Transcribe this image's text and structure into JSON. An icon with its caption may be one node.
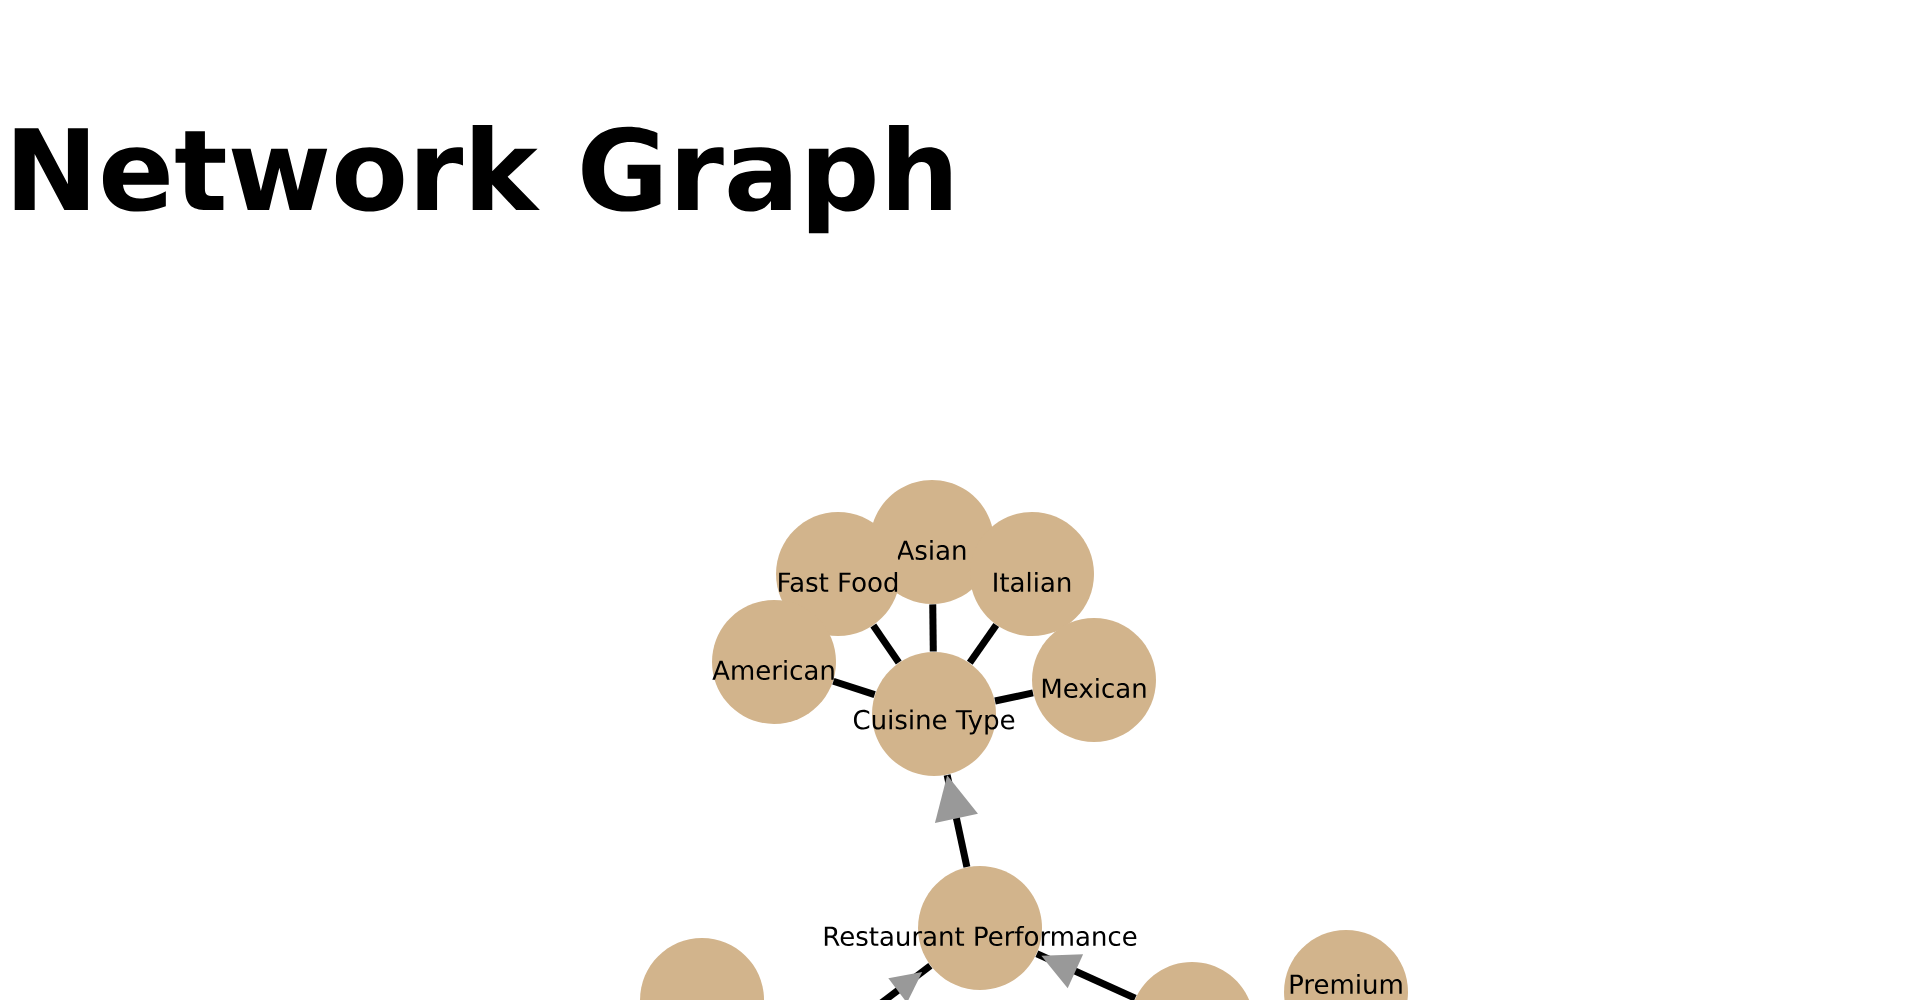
{
  "diagram": {
    "title": "Network Graph",
    "nodes": [
      {
        "text": [
          "Asian"
        ]
      },
      {
        "text": [
          "Fast Food"
        ]
      },
      {
        "text": [
          "Italian"
        ]
      },
      {
        "text": [
          "American"
        ]
      },
      {
        "text": [
          "Mexican"
        ]
      },
      {
        "text": [
          "Cuisine Type"
        ]
      },
      {
        "text": [
          "Restaurant Performance"
        ]
      },
      {
        "text": [
          "Premium"
        ]
      },
      {
        "text": [],
        "shape": "circle"
      },
      {
        "text": [],
        "shape": "circle"
      }
    ],
    "edges": [
      {
        "from": 5,
        "to": 3,
        "arrow": "none"
      },
      {
        "from": 5,
        "to": 1,
        "arrow": "none"
      },
      {
        "from": 5,
        "to": 0,
        "arrow": "none"
      },
      {
        "from": 5,
        "to": 2,
        "arrow": "none"
      },
      {
        "from": 5,
        "to": 4,
        "arrow": "none"
      },
      {
        "from": 6,
        "to": 5,
        "arrow": "to"
      },
      {
        "from": null,
        "to": 6,
        "arrow": "to"
      },
      {
        "from": 9,
        "to": 6,
        "arrow": "to"
      }
    ]
  }
}
